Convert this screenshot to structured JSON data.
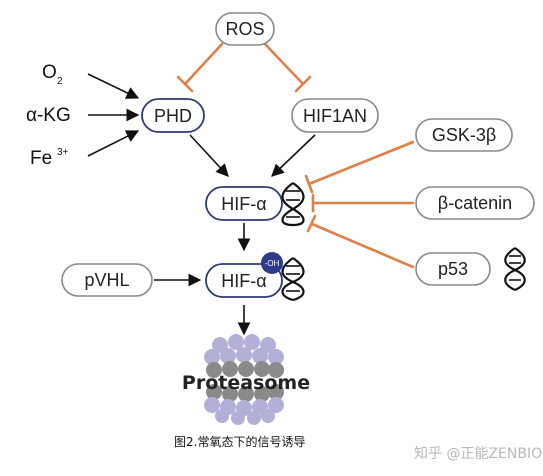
{
  "nodes": {
    "ros": "ROS",
    "phd": "PHD",
    "hif1an": "HIF1AN",
    "hif_alpha_top": "HIF-α",
    "hif_alpha_bottom": "HIF-α",
    "gsk3b": "GSK-3β",
    "beta_catenin": "β-catenin",
    "p53": "p53",
    "pvhl": "pVHL"
  },
  "inputs": {
    "o2_main": "O",
    "o2_sub": "2",
    "akg": "α-KG",
    "fe_main": "Fe",
    "fe_sup": "3+"
  },
  "modification": "-OH",
  "proteasome": "Proteasome",
  "caption": "图2.常氧态下的信号诱导",
  "watermark": "知乎 @正能ZENBIO",
  "colors": {
    "phd_border": "#2e3a78",
    "node_border": "#888888",
    "inhibit": "#e07f45",
    "arrow": "#111111",
    "oh_badge": "#2e3a8a",
    "dna": "#111111",
    "proteasome_light": "#b3b0d8",
    "proteasome_mid": "#9f9bcc",
    "proteasome_gray": "#8a8a8a"
  }
}
